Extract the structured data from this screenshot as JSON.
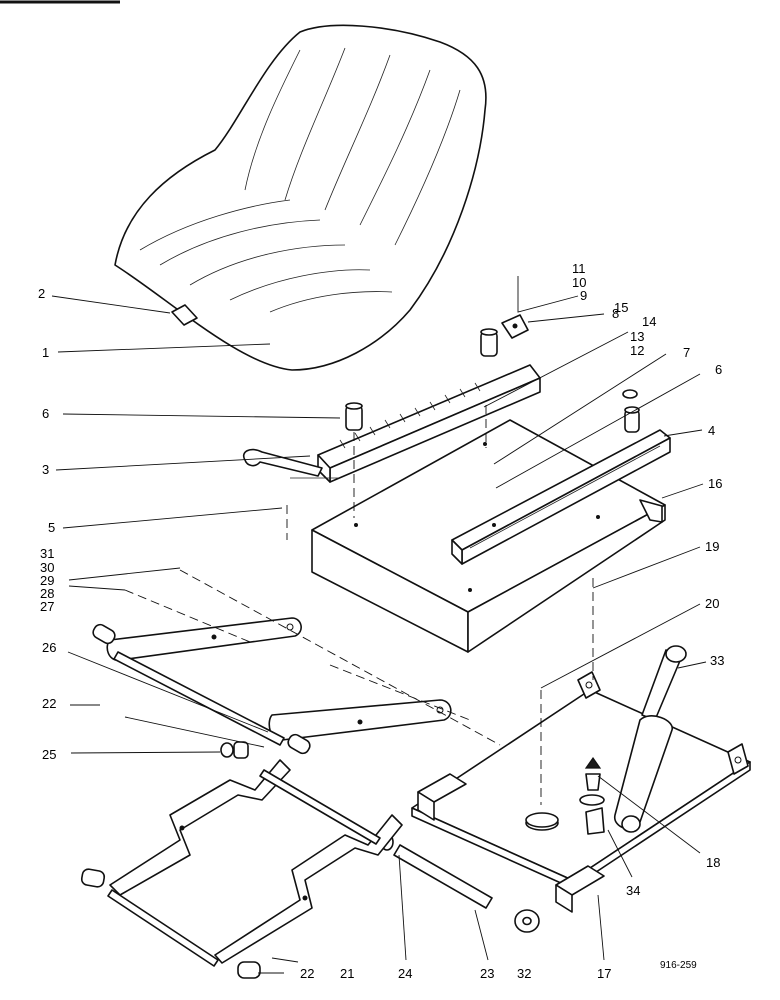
{
  "reference_number": "916-259",
  "callouts": {
    "c1": "1",
    "c2": "2",
    "c3": "3",
    "c4": "4",
    "c5": "5",
    "c6a": "6",
    "c6b": "6",
    "c7": "7",
    "c8": "8",
    "c9": "9",
    "c10": "10",
    "c11": "11",
    "c12": "12",
    "c13": "13",
    "c14": "14",
    "c15": "15",
    "c16": "16",
    "c17": "17",
    "c18": "18",
    "c19": "19",
    "c20": "20",
    "c21": "21",
    "c22a": "22",
    "c22b": "22",
    "c23": "23",
    "c24": "24",
    "c25": "25",
    "c26": "26",
    "c27": "27",
    "c28": "28",
    "c29": "29",
    "c30": "30",
    "c31": "31",
    "c32": "32",
    "c33": "33",
    "c34": "34"
  }
}
